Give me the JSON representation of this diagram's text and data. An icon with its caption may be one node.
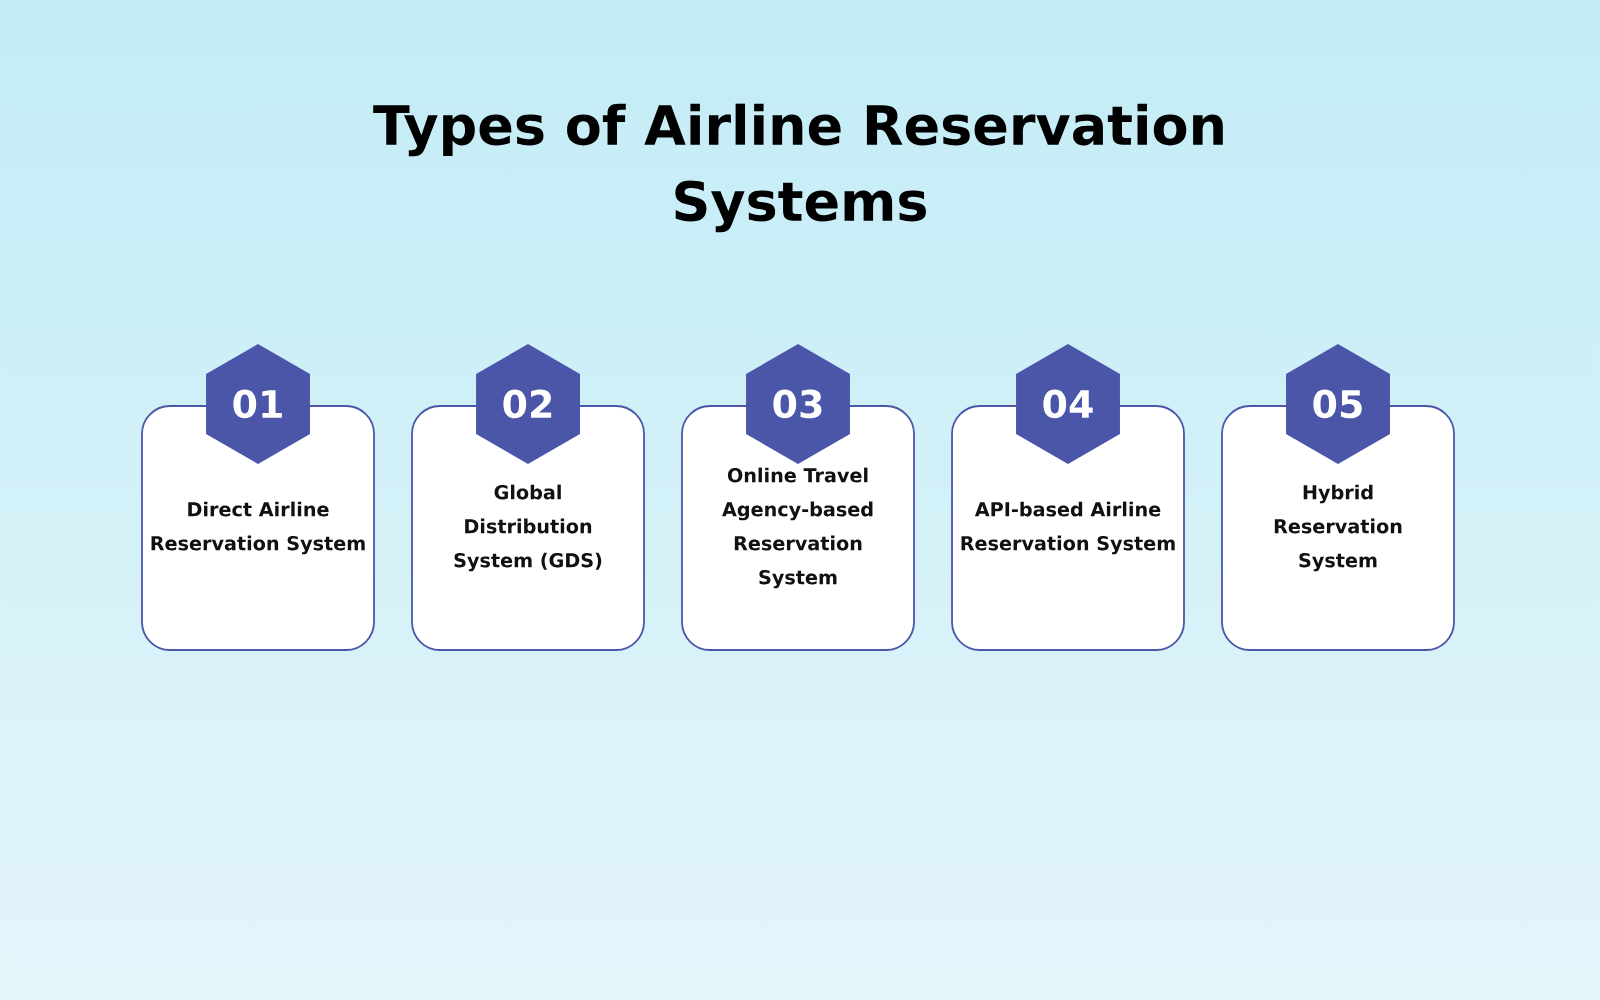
{
  "diagram": {
    "title": "Types of Airline Reservation Systems",
    "nodes": [
      {
        "text": [
          "01"
        ]
      },
      {
        "text": [
          "Direct Airline Reservation System"
        ]
      },
      {
        "text": [
          "02"
        ]
      },
      {
        "text": [
          "Global Distribution System (GDS)"
        ]
      },
      {
        "text": [
          "03"
        ]
      },
      {
        "text": [
          "Online Travel Agency-based Reservation System"
        ]
      },
      {
        "text": [
          "04"
        ]
      },
      {
        "text": [
          "API-based Airline Reservation System"
        ]
      },
      {
        "text": [
          "05"
        ]
      },
      {
        "text": [
          "Hybrid Reservation System"
        ]
      }
    ]
  }
}
